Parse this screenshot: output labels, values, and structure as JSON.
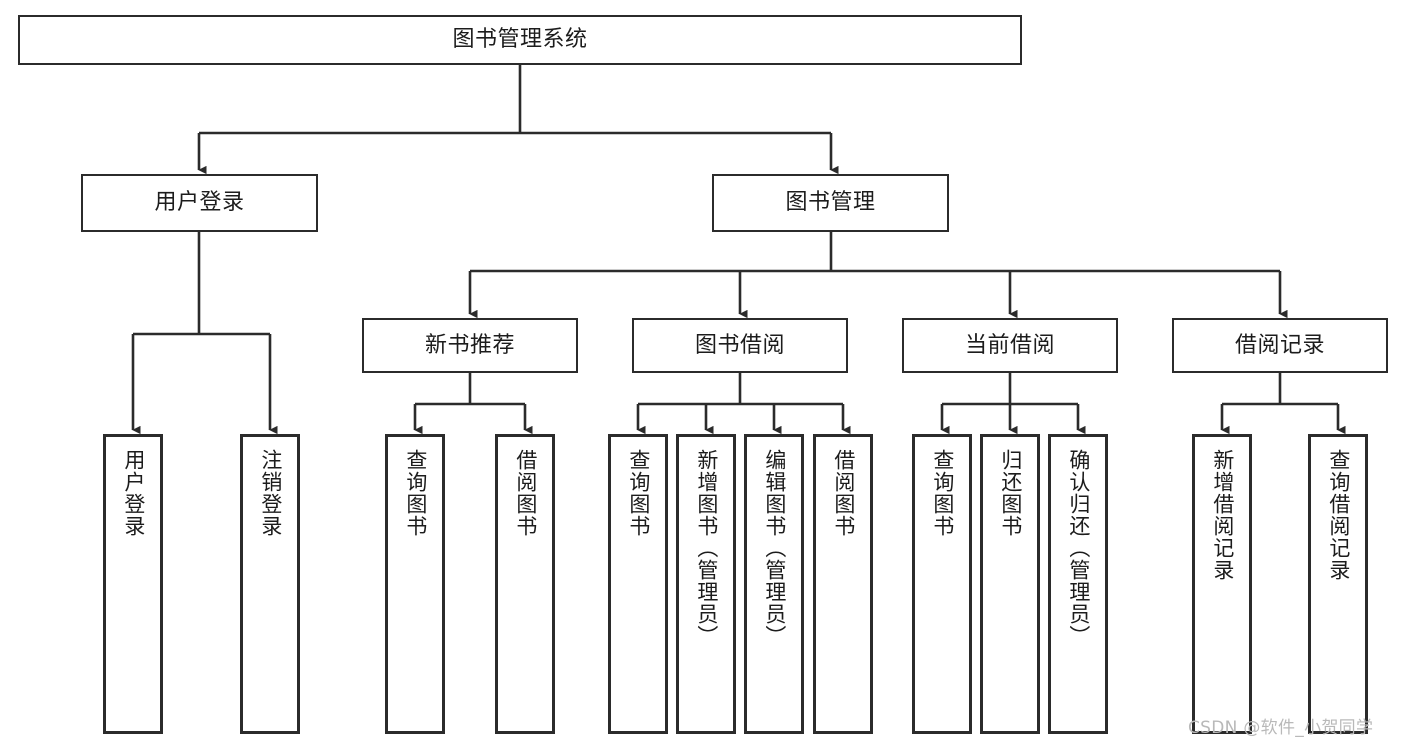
{
  "diagram": {
    "type": "tree-hierarchy",
    "title": "图书管理系统",
    "watermark": "CSDN @软件_小贺同学",
    "colors": {
      "box_border": "#2b2b2b",
      "box_fill": "#ffffff",
      "edge": "#2b2b2b",
      "text": "#1c1c1c",
      "watermark": "#b9b9b9",
      "background": "#ffffff"
    },
    "levels": {
      "root": "图书管理系统",
      "level2": [
        "用户登录",
        "图书管理"
      ],
      "level3": [
        "新书推荐",
        "图书借阅",
        "当前借阅",
        "借阅记录"
      ]
    },
    "nodes": {
      "root": {
        "label": "图书管理系统"
      },
      "user_login": {
        "label": "用户登录"
      },
      "book_manage": {
        "label": "图书管理"
      },
      "new_book_rec": {
        "label": "新书推荐"
      },
      "book_borrow": {
        "label": "图书借阅"
      },
      "current_borrow": {
        "label": "当前借阅"
      },
      "borrow_record": {
        "label": "借阅记录"
      },
      "leaf_user_login": {
        "label": "用户登录"
      },
      "leaf_user_logout": {
        "label": "注销登录"
      },
      "leaf_query_book_a": {
        "label": "查询图书"
      },
      "leaf_borrow_book_a": {
        "label": "借阅图书"
      },
      "leaf_query_book_b": {
        "label": "查询图书"
      },
      "leaf_add_book": {
        "label": "新增图书（管理员）"
      },
      "leaf_edit_book": {
        "label": "编辑图书（管理员）"
      },
      "leaf_borrow_book_b": {
        "label": "借阅图书"
      },
      "leaf_query_book_c": {
        "label": "查询图书"
      },
      "leaf_return_book": {
        "label": "归还图书"
      },
      "leaf_confirm_return": {
        "label": "确认归还（管理员）"
      },
      "leaf_add_record": {
        "label": "新增借阅记录"
      },
      "leaf_query_record": {
        "label": "查询借阅记录"
      }
    },
    "edges": [
      {
        "from": "root",
        "to": "用户登录"
      },
      {
        "from": "root",
        "to": "图书管理"
      },
      {
        "from": "用户登录",
        "to": "用户登录(叶)"
      },
      {
        "from": "用户登录",
        "to": "注销登录"
      },
      {
        "from": "图书管理",
        "to": "新书推荐"
      },
      {
        "from": "图书管理",
        "to": "图书借阅"
      },
      {
        "from": "图书管理",
        "to": "当前借阅"
      },
      {
        "from": "图书管理",
        "to": "借阅记录"
      },
      {
        "from": "新书推荐",
        "to": "查询图书"
      },
      {
        "from": "新书推荐",
        "to": "借阅图书"
      },
      {
        "from": "图书借阅",
        "to": "查询图书"
      },
      {
        "from": "图书借阅",
        "to": "新增图书（管理员）"
      },
      {
        "from": "图书借阅",
        "to": "编辑图书（管理员）"
      },
      {
        "from": "图书借阅",
        "to": "借阅图书"
      },
      {
        "from": "当前借阅",
        "to": "查询图书"
      },
      {
        "from": "当前借阅",
        "to": "归还图书"
      },
      {
        "from": "当前借阅",
        "to": "确认归还（管理员）"
      },
      {
        "from": "借阅记录",
        "to": "新增借阅记录"
      },
      {
        "from": "借阅记录",
        "to": "查询借阅记录"
      }
    ]
  }
}
